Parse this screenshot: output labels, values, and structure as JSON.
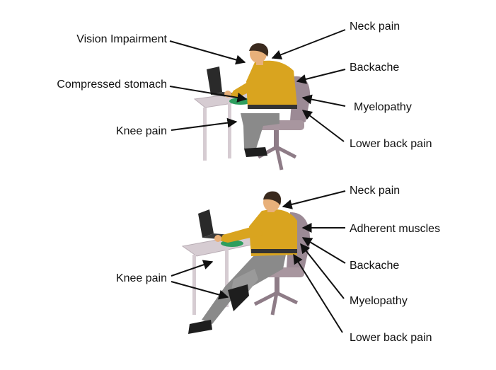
{
  "diagrams": [
    {
      "labels": {
        "vision": "Vision Impairment",
        "stomach": "Compressed stomach",
        "knee": "Knee pain",
        "neck": "Neck pain",
        "backache": "Backache",
        "myelopathy": "Myelopathy",
        "lower_back": "Lower back pain"
      }
    },
    {
      "labels": {
        "knee": "Knee pain",
        "neck": "Neck pain",
        "adherent": "Adherent muscles",
        "backache": "Backache",
        "myelopathy": "Myelopathy",
        "lower_back": "Lower back pain"
      }
    }
  ],
  "colors": {
    "shirt": "#D9A41F",
    "trousers": "#8A8A8A",
    "skin": "#E8B07A",
    "hair": "#3A2A1E",
    "chair": "#9C8A95",
    "desk": "#D6CCD2",
    "mousepad": "#2E9E5E",
    "laptop": "#2A2A2A",
    "arrow": "#111111"
  }
}
